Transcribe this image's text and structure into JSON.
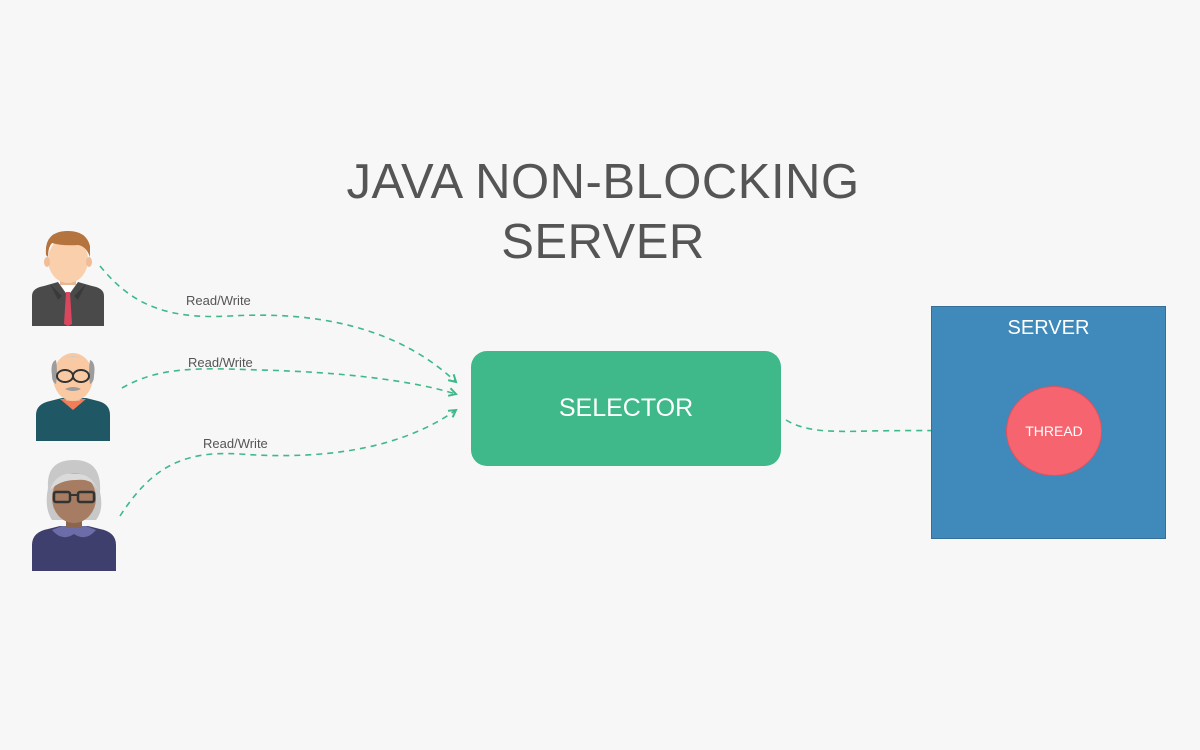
{
  "title": {
    "line1": "JAVA NON-BLOCKING",
    "line2": "SERVER"
  },
  "clients": [
    {
      "icon": "businessman-avatar-icon",
      "label": "Read/Write"
    },
    {
      "icon": "elderly-man-avatar-icon",
      "label": "Read/Write"
    },
    {
      "icon": "elderly-woman-avatar-icon",
      "label": "Read/Write"
    }
  ],
  "selector": {
    "label": "SELECTOR"
  },
  "server": {
    "label": "SERVER",
    "thread_label": "THREAD"
  },
  "colors": {
    "background": "#f7f7f7",
    "selector": "#3fb98a",
    "server": "#3f89bb",
    "thread": "#f5646f",
    "arrow": "#3fb98a"
  }
}
